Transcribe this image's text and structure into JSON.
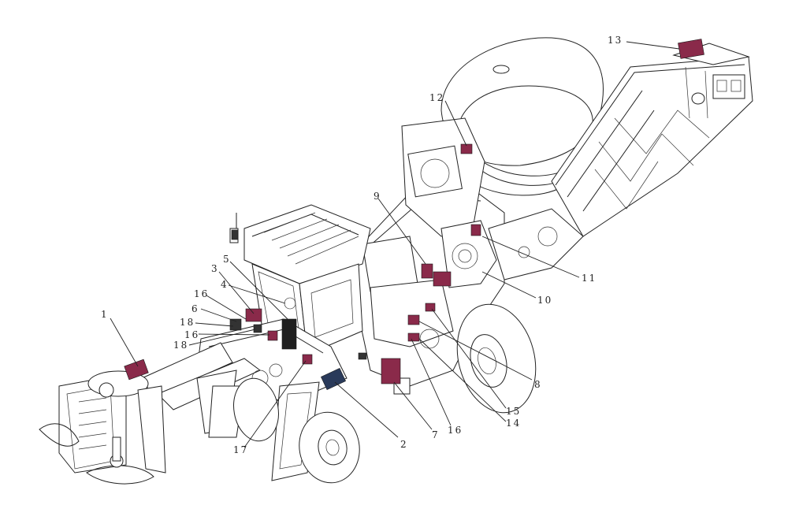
{
  "diagram": {
    "callouts": [
      {
        "id": "c1",
        "label": "1"
      },
      {
        "id": "c2",
        "label": "2"
      },
      {
        "id": "c3",
        "label": "3"
      },
      {
        "id": "c4",
        "label": "4"
      },
      {
        "id": "c5",
        "label": "5"
      },
      {
        "id": "c6",
        "label": "6"
      },
      {
        "id": "c7",
        "label": "7"
      },
      {
        "id": "c8",
        "label": "8"
      },
      {
        "id": "c9",
        "label": "9"
      },
      {
        "id": "c10",
        "label": "10"
      },
      {
        "id": "c11",
        "label": "11"
      },
      {
        "id": "c12",
        "label": "12"
      },
      {
        "id": "c13",
        "label": "13"
      },
      {
        "id": "c14",
        "label": "14"
      },
      {
        "id": "c15",
        "label": "15"
      },
      {
        "id": "c16a",
        "label": "16"
      },
      {
        "id": "c16b",
        "label": "16"
      },
      {
        "id": "c16c",
        "label": "16"
      },
      {
        "id": "c17",
        "label": "17"
      },
      {
        "id": "c18a",
        "label": "18"
      },
      {
        "id": "c18b",
        "label": "18"
      }
    ],
    "colors": {
      "line": "#222222",
      "part_fill": "#8a2a4a",
      "part_accent": "#2a3a5a",
      "highlight": "#d020a0"
    }
  }
}
